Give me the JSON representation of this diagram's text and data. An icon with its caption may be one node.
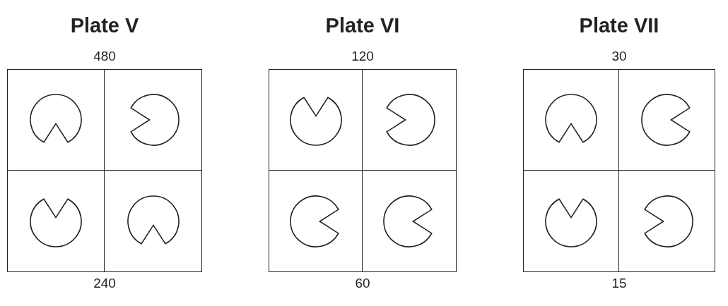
{
  "diagram": {
    "nodes": [
      {
        "text": [
          "Plate V"
        ],
        "beside": [
          "480",
          "240"
        ]
      },
      {
        "text": [],
        "shape": "circle",
        "in": 0
      },
      {
        "text": [],
        "shape": "circle",
        "in": 0
      },
      {
        "text": [],
        "shape": "circle",
        "in": 0
      },
      {
        "text": [],
        "shape": "circle",
        "in": 0
      },
      {
        "text": [
          "Plate VI"
        ],
        "beside": [
          "120",
          "60"
        ]
      },
      {
        "text": [],
        "shape": "circle",
        "in": 5
      },
      {
        "text": [],
        "shape": "circle",
        "in": 5
      },
      {
        "text": [],
        "shape": "circle",
        "in": 5
      },
      {
        "text": [],
        "shape": "circle",
        "in": 5
      },
      {
        "text": [
          "Plate VII"
        ],
        "beside": [
          "30",
          "15"
        ]
      },
      {
        "text": [],
        "shape": "circle",
        "in": 10
      },
      {
        "text": [],
        "shape": "circle",
        "in": 10
      },
      {
        "text": [],
        "shape": "circle",
        "in": 10
      },
      {
        "text": [],
        "shape": "circle",
        "in": 10
      }
    ]
  }
}
